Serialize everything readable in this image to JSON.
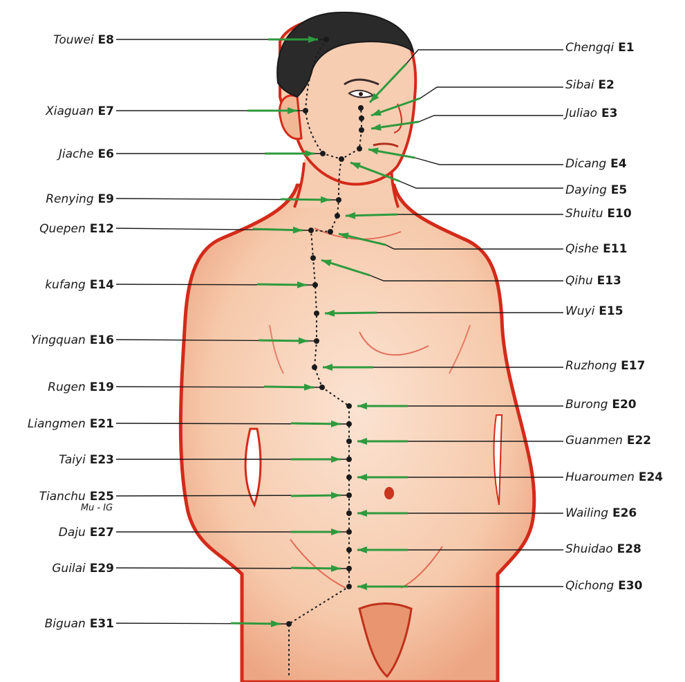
{
  "diagram": {
    "meridian_color": "#1a1a1a",
    "leader_color": "#1a1a1a",
    "arrow_color": "#2e9a3e",
    "skin_color": "#f5c7a8",
    "outline_color": "#d42a1a",
    "hair_color": "#2a2a2a"
  },
  "points": [
    {
      "name": "Touwei",
      "code": "E8",
      "side": "left"
    },
    {
      "name": "Xiaguan",
      "code": "E7",
      "side": "left"
    },
    {
      "name": "Jiache",
      "code": "E6",
      "side": "left"
    },
    {
      "name": "Renying",
      "code": "E9",
      "side": "left"
    },
    {
      "name": "Quepen",
      "code": "E12",
      "side": "left"
    },
    {
      "name": "kufang",
      "code": "E14",
      "side": "left"
    },
    {
      "name": "Yingquan",
      "code": "E16",
      "side": "left"
    },
    {
      "name": "Rugen",
      "code": "E19",
      "side": "left"
    },
    {
      "name": "Liangmen",
      "code": "E21",
      "side": "left"
    },
    {
      "name": "Taiyi",
      "code": "E23",
      "side": "left"
    },
    {
      "name": "Tianchu",
      "code": "E25",
      "side": "left",
      "note": "Mu - IG"
    },
    {
      "name": "Daju",
      "code": "E27",
      "side": "left"
    },
    {
      "name": "Guilai",
      "code": "E29",
      "side": "left"
    },
    {
      "name": "Biguan",
      "code": "E31",
      "side": "left"
    },
    {
      "name": "Chengqi",
      "code": "E1",
      "side": "right"
    },
    {
      "name": "Sibai",
      "code": "E2",
      "side": "right"
    },
    {
      "name": "Juliao",
      "code": "E3",
      "side": "right"
    },
    {
      "name": "Dicang",
      "code": "E4",
      "side": "right"
    },
    {
      "name": "Daying",
      "code": "E5",
      "side": "right"
    },
    {
      "name": "Shuitu",
      "code": "E10",
      "side": "right"
    },
    {
      "name": "Qishe",
      "code": "E11",
      "side": "right"
    },
    {
      "name": "Qihu",
      "code": "E13",
      "side": "right"
    },
    {
      "name": "Wuyi",
      "code": "E15",
      "side": "right"
    },
    {
      "name": "Ruzhong",
      "code": "E17",
      "side": "right"
    },
    {
      "name": "Burong",
      "code": "E20",
      "side": "right"
    },
    {
      "name": "Guanmen",
      "code": "E22",
      "side": "right"
    },
    {
      "name": "Huaroumen",
      "code": "E24",
      "side": "right"
    },
    {
      "name": "Wailing",
      "code": "E26",
      "side": "right"
    },
    {
      "name": "Shuidao",
      "code": "E28",
      "side": "right"
    },
    {
      "name": "Qichong",
      "code": "E30",
      "side": "right"
    }
  ]
}
